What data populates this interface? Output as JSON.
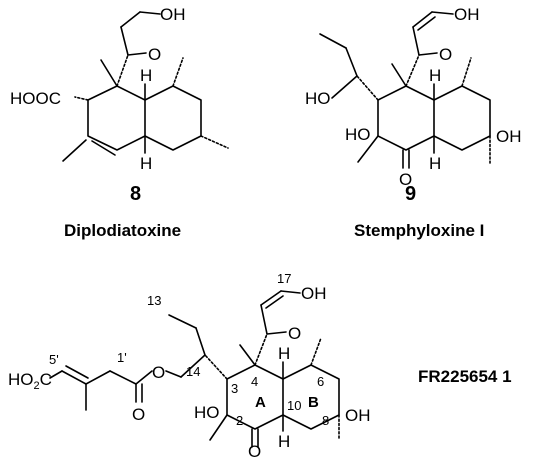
{
  "structures": [
    {
      "number": "8",
      "name": "Diplodiatoxine",
      "labels": {
        "oh": "OH",
        "hooc": "HOOC",
        "o": "O",
        "h_top": "H",
        "h_bottom": "H"
      }
    },
    {
      "number": "9",
      "name": "Stemphyloxine I",
      "labels": {
        "oh_top": "OH",
        "o_top": "O",
        "ho_side": "HO",
        "h_top": "H",
        "ho_ring": "HO",
        "oh_right": "OH",
        "o_bottom": "O",
        "h_bottom": "H"
      }
    },
    {
      "number": "1",
      "name": "FR225654",
      "labels": {
        "oh_top": "OH",
        "o_top": "O",
        "h_top": "H",
        "ho_ring": "HO",
        "oh_right": "OH",
        "o_bottom": "O",
        "h_bottom": "H",
        "o_ester": "O",
        "o_carbonyl": "O",
        "ho2c_ho": "HO",
        "ho2c_sub": "2",
        "ho2c_c": "C",
        "ring_a": "A",
        "ring_b": "B",
        "pos_17": "17",
        "pos_13": "13",
        "pos_14": "14",
        "pos_1p": "1'",
        "pos_5p": "5'",
        "pos_4": "4",
        "pos_3": "3",
        "pos_2": "2",
        "pos_10": "10",
        "pos_6": "6",
        "pos_8": "8"
      }
    }
  ]
}
